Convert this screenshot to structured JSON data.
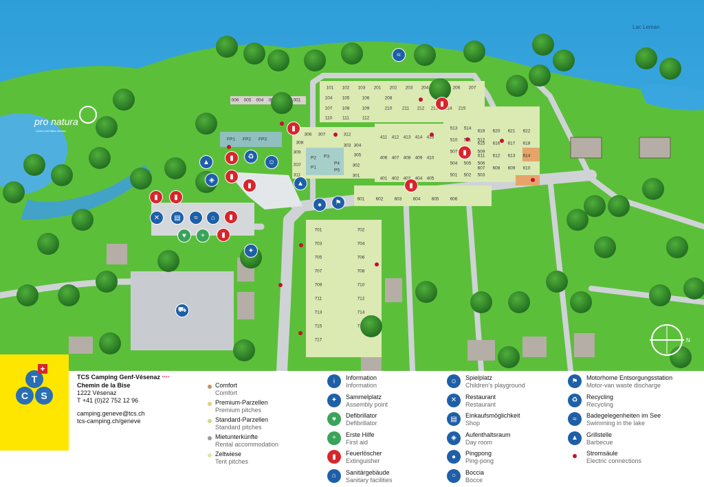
{
  "map": {
    "lake_label": "Lac Leman",
    "pronatura_label": "pro natura",
    "pronatura_tagline": "Leben und Natur erleben",
    "compass_label": "N"
  },
  "colors": {
    "lake": "#3aa6e0",
    "grass": "#5cbf3a",
    "road": "#cfd3d6",
    "pitch_standard": "#dbe9b3",
    "pitch_premium": "#f2e3b3",
    "pitch_comfort": "#e6a46a",
    "icon_blue": "#1e5fa8",
    "icon_red": "#d7262b",
    "icon_green": "#3aa35a",
    "logo_yellow": "#ffe600"
  },
  "pitches": {
    "row_006_001": [
      "006",
      "005",
      "004",
      "003",
      "002",
      "001"
    ],
    "row_101": [
      "101",
      "102",
      "103",
      "201",
      "202",
      "203",
      "204",
      "205",
      "206",
      "207"
    ],
    "row_104": [
      "104",
      "105",
      "106",
      "208"
    ],
    "row_107": [
      "107",
      "108",
      "109",
      "210",
      "211",
      "212",
      "213",
      "214",
      "215"
    ],
    "row_110": [
      "110",
      "111",
      "112"
    ],
    "block_300": [
      "306",
      "307",
      "308",
      "309",
      "310",
      "311",
      "312",
      "303",
      "304",
      "305",
      "301",
      "302"
    ],
    "fp": [
      "FP1",
      "FP2",
      "FP3"
    ],
    "parking": [
      "P1",
      "P2",
      "P3",
      "P4",
      "P5"
    ],
    "block_400": [
      "401",
      "402",
      "403",
      "404",
      "405",
      "406",
      "407",
      "408",
      "409",
      "410",
      "411",
      "412",
      "413",
      "414",
      "415"
    ],
    "block_500": [
      "501",
      "502",
      "503",
      "504",
      "505",
      "506",
      "507",
      "508",
      "509",
      "510",
      "511",
      "512",
      "513",
      "514"
    ],
    "block_600": [
      "601",
      "602",
      "603",
      "604",
      "605",
      "606",
      "607",
      "608",
      "609",
      "610",
      "611",
      "612",
      "613",
      "614",
      "615",
      "616",
      "617",
      "618",
      "619",
      "620",
      "621",
      "622"
    ],
    "block_700": [
      "701",
      "702",
      "703",
      "704",
      "705",
      "706",
      "707",
      "708",
      "709",
      "710",
      "711",
      "712",
      "713",
      "714",
      "715",
      "716",
      "717"
    ]
  },
  "address": {
    "name": "TCS Camping Genf-Vésenaz",
    "stars": "****",
    "street": "Chemin de la Bise",
    "city": "1222 Vésenaz",
    "phone": "T +41 (0)22 752 12 96",
    "email": "camping.geneve@tcs.ch",
    "web": "tcs-camping.ch/geneve"
  },
  "logo": {
    "letters": [
      "T",
      "C",
      "S"
    ]
  },
  "categories": [
    {
      "de": "Comfort",
      "en": "Comfort",
      "color": "#c8905a"
    },
    {
      "de": "Premium-Parzellen",
      "en": "Premium pitches",
      "color": "#e6cf7e"
    },
    {
      "de": "Standard-Parzellen",
      "en": "Standard pitches",
      "color": "#c9dc8c"
    },
    {
      "de": "Mietunterkünfte",
      "en": "Rental accommodation",
      "color": "#9a9a9a"
    },
    {
      "de": "Zeltwiese",
      "en": "Tent pitches",
      "color": "#d9e8a8"
    }
  ],
  "legend_col1": [
    {
      "de": "Information",
      "en": "Information",
      "color": "#1e5fa8",
      "glyph": "i",
      "icon": "info-icon"
    },
    {
      "de": "Sammelplatz",
      "en": "Assembly point",
      "color": "#1e5fa8",
      "glyph": "✦",
      "icon": "assembly-icon"
    },
    {
      "de": "Defibrillator",
      "en": "Defibrillator",
      "color": "#3aa35a",
      "glyph": "♥",
      "icon": "defibrillator-icon"
    },
    {
      "de": "Erste Hilfe",
      "en": "First aid",
      "color": "#3aa35a",
      "glyph": "+",
      "icon": "first-aid-icon"
    },
    {
      "de": "Feuerlöscher",
      "en": "Extinguisher",
      "color": "#d7262b",
      "glyph": "▮",
      "icon": "extinguisher-icon"
    },
    {
      "de": "Sanitärgebäude",
      "en": "Sanitary facilities",
      "color": "#1e5fa8",
      "glyph": "⌂",
      "icon": "sanitary-icon"
    }
  ],
  "legend_col2": [
    {
      "de": "Spielplatz",
      "en": "Children's playground",
      "color": "#1e5fa8",
      "glyph": "☺",
      "icon": "playground-icon"
    },
    {
      "de": "Restaurant",
      "en": "Restaurant",
      "color": "#1e5fa8",
      "glyph": "✕",
      "icon": "restaurant-icon"
    },
    {
      "de": "Einkaufsmöglichkeit",
      "en": "Shop",
      "color": "#1e5fa8",
      "glyph": "▤",
      "icon": "shop-icon"
    },
    {
      "de": "Aufenthaltsraum",
      "en": "Day room",
      "color": "#1e5fa8",
      "glyph": "◈",
      "icon": "day-room-icon"
    },
    {
      "de": "Pingpong",
      "en": "Ping-pong",
      "color": "#1e5fa8",
      "glyph": "●",
      "icon": "pingpong-icon"
    },
    {
      "de": "Boccia",
      "en": "Bocce",
      "color": "#1e5fa8",
      "glyph": "○",
      "icon": "bocce-icon"
    }
  ],
  "legend_col3": [
    {
      "de": "Motorhome Entsorgungsstation",
      "en": "Motor-van waste discharge",
      "color": "#1e5fa8",
      "glyph": "⚑",
      "icon": "motorhome-icon"
    },
    {
      "de": "Recycling",
      "en": "Recycling",
      "color": "#1e5fa8",
      "glyph": "♻",
      "icon": "recycling-icon"
    },
    {
      "de": "Badegelegenheiten im See",
      "en": "Swimming in the lake",
      "color": "#1e5fa8",
      "glyph": "≈",
      "icon": "swimming-icon"
    },
    {
      "de": "Grillstelle",
      "en": "Barbecue",
      "color": "#1e5fa8",
      "glyph": "▲",
      "icon": "barbecue-icon"
    },
    {
      "de": "Stromsäule",
      "en": "Electric connections",
      "color": "#c8102e",
      "glyph": "",
      "icon": "electric-icon"
    }
  ]
}
